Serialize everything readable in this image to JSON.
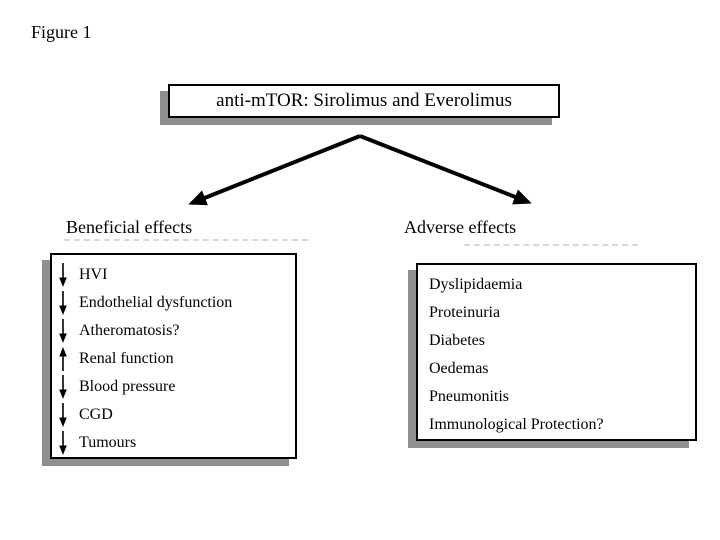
{
  "figure_label": "Figure 1",
  "main_box": {
    "title": "anti-mTOR: Sirolimus and Everolimus"
  },
  "branches": {
    "beneficial": {
      "label": "Beneficial effects",
      "items": [
        {
          "direction": "down",
          "text": "HVI"
        },
        {
          "direction": "down",
          "text": "Endothelial dysfunction"
        },
        {
          "direction": "down",
          "text": "Atheromatosis?"
        },
        {
          "direction": "up",
          "text": "Renal function"
        },
        {
          "direction": "down",
          "text": "Blood pressure"
        },
        {
          "direction": "down",
          "text": "CGD"
        },
        {
          "direction": "down",
          "text": "Tumours"
        }
      ]
    },
    "adverse": {
      "label": "Adverse effects",
      "items": [
        "Dyslipidaemia",
        "Proteinuria",
        "Diabetes",
        "Oedemas",
        "Pneumonitis",
        "Immunological Protection?"
      ]
    }
  },
  "colors": {
    "background": "#ffffff",
    "text": "#000000",
    "border": "#000000",
    "shadow": "#8f8f8f",
    "smudge": "#d8d8d8"
  }
}
